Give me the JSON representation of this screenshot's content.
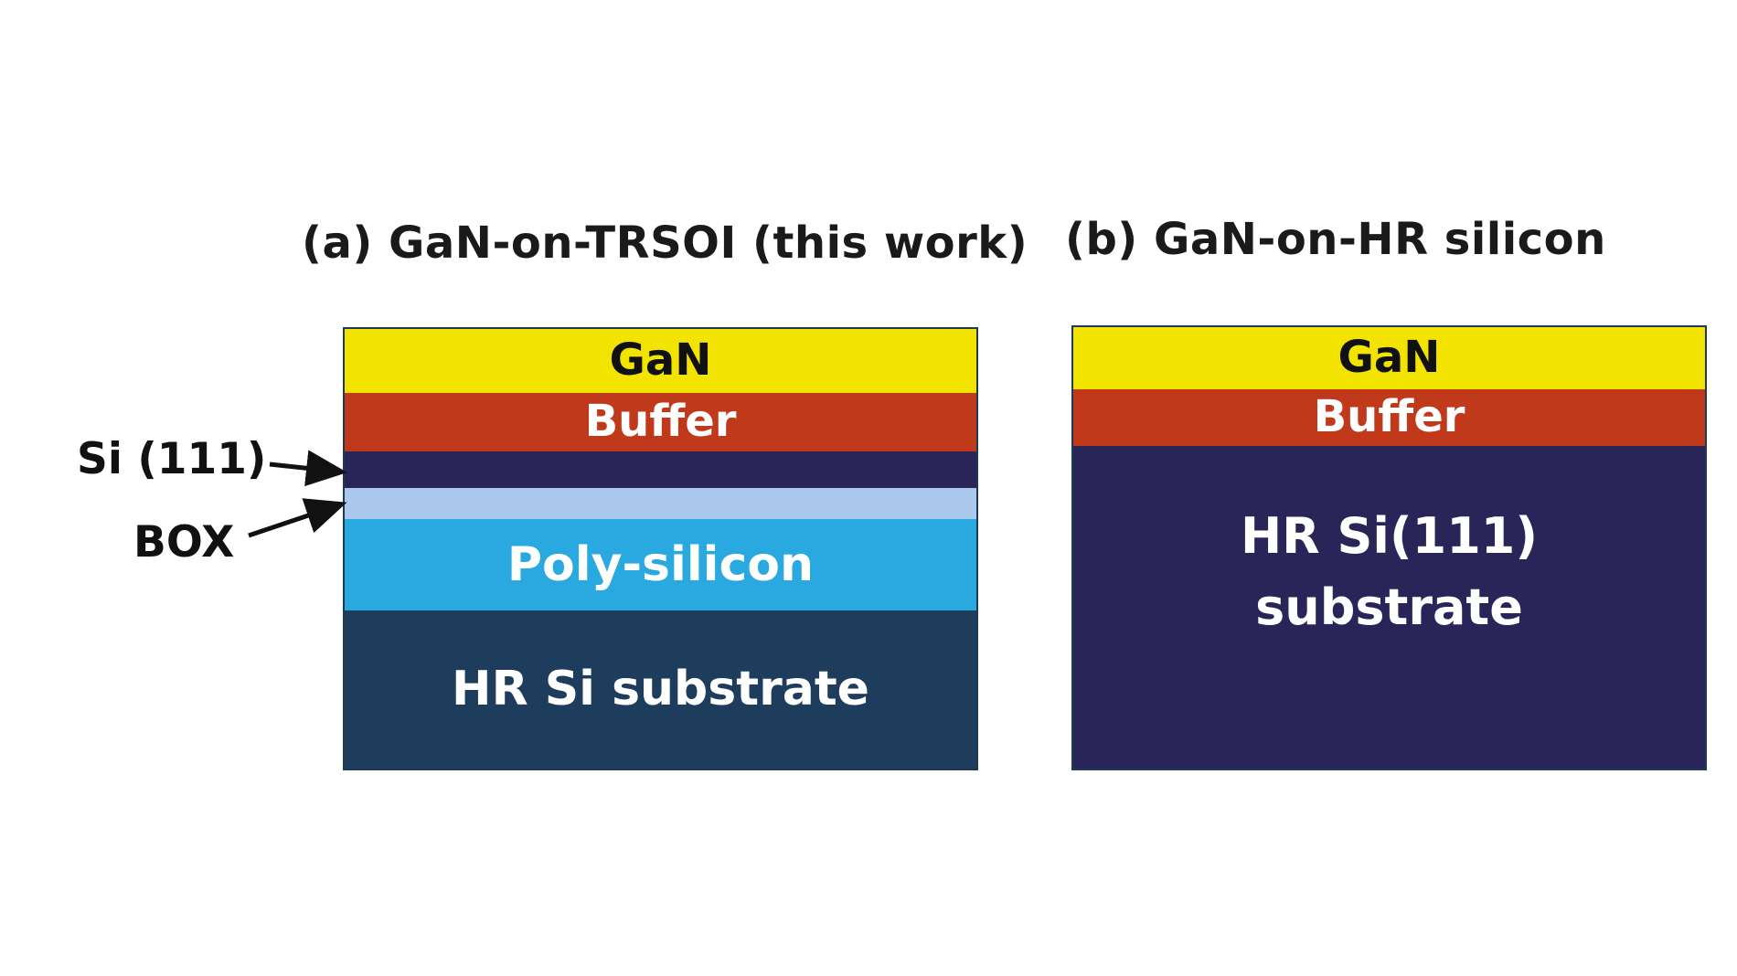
{
  "panel_a": {
    "title": "(a) GaN-on-TRSOI (this work)",
    "layers": {
      "gan": {
        "label": "GaN",
        "color": "#f2e400",
        "text_color": "#111111"
      },
      "buffer": {
        "label": "Buffer",
        "color": "#c0391b",
        "text_color": "#ffffff"
      },
      "si111": {
        "label": "",
        "color": "#2a2558"
      },
      "box": {
        "label": "",
        "color": "#a9c8ec"
      },
      "polysilicon": {
        "label": "Poly-silicon",
        "color": "#2aa8e0",
        "text_color": "#ffffff"
      },
      "substrate": {
        "label": "HR Si substrate",
        "color": "#1e3c5c",
        "text_color": "#ffffff"
      }
    },
    "annotations": {
      "si111": "Si (111)",
      "box": "BOX"
    }
  },
  "panel_b": {
    "title": "(b) GaN-on-HR silicon",
    "layers": {
      "gan": {
        "label": "GaN",
        "color": "#f2e400",
        "text_color": "#111111"
      },
      "buffer": {
        "label": "Buffer",
        "color": "#c0391b",
        "text_color": "#ffffff"
      },
      "substrate": {
        "label": "HR Si(111)\nsubstrate",
        "color": "#2a2558",
        "text_color": "#ffffff"
      }
    }
  }
}
